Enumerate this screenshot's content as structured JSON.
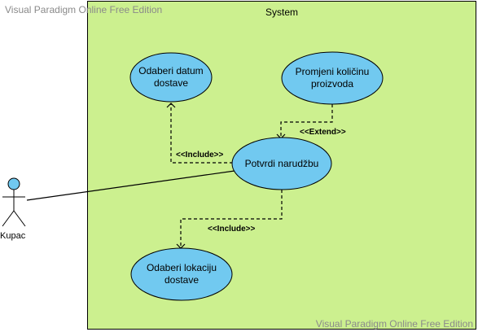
{
  "watermark": "Visual Paradigm Online Free Edition",
  "system": {
    "title": "System"
  },
  "actor": {
    "label": "Kupac"
  },
  "usecases": {
    "odaberi_datum": "Odaberi datum\ndostave",
    "promjeni_kolicinu": "Promjeni količinu\nproizvoda",
    "potvrdi_narudzbu": "Potvrdi narudžbu",
    "odaberi_lokaciju": "Odaberi lokaciju\ndostave"
  },
  "relations": {
    "include_1": "<<Include>>",
    "extend": "<<Extend>>",
    "include_2": "<<Include>>"
  },
  "colors": {
    "system_fill": "#ccf08f",
    "usecase_fill": "#71c9f0",
    "actor_fill": "#71c9f0"
  }
}
